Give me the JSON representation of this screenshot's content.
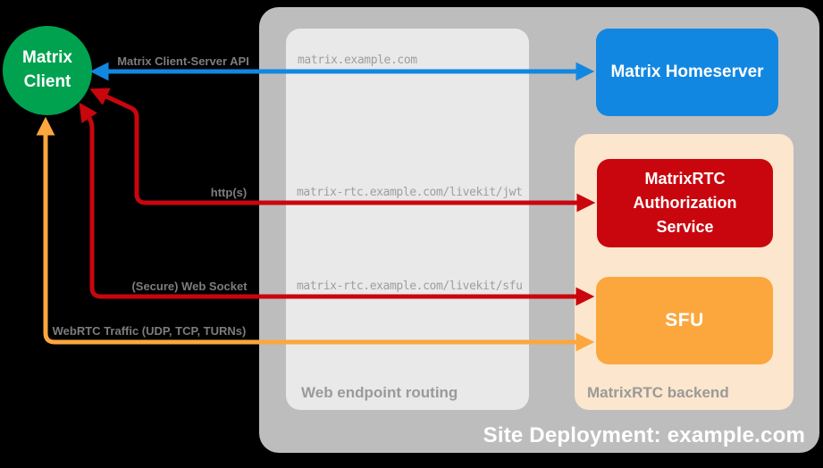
{
  "colors": {
    "background": "#000000",
    "client_green": "#00A24F",
    "homeserver_blue": "#1287E1",
    "auth_red": "#C9060E",
    "sfu_orange": "#FBA73E",
    "backend_peach": "#FCE6CD",
    "site_container_gray": "#BDBDBD",
    "routing_box_gray": "#E9E9E9",
    "container_label_gray": "#9A9A9A",
    "arrow_label_gray": "#7D7D7D"
  },
  "client": {
    "label": "Matrix\nClient"
  },
  "nodes": {
    "homeserver": {
      "label": "Matrix Homeserver"
    },
    "auth": {
      "label": "MatrixRTC Authorization Service"
    },
    "sfu": {
      "label": "SFU"
    }
  },
  "containers": {
    "site": {
      "label": "Site Deployment: example.com"
    },
    "routing": {
      "label": "Web endpoint routing"
    },
    "backend": {
      "label": "MatrixRTC backend"
    }
  },
  "endpoints": {
    "homeserver": "matrix.example.com",
    "jwt": "matrix-rtc.example.com/livekit/jwt",
    "sfu": "matrix-rtc.example.com/livekit/sfu"
  },
  "arrows": {
    "cs_api": {
      "label": "Matrix Client-Server API"
    },
    "https": {
      "label": "http(s)"
    },
    "websocket": {
      "label": "(Secure) Web Socket"
    },
    "webrtc": {
      "label": "WebRTC Traffic (UDP, TCP, TURNs)"
    }
  }
}
